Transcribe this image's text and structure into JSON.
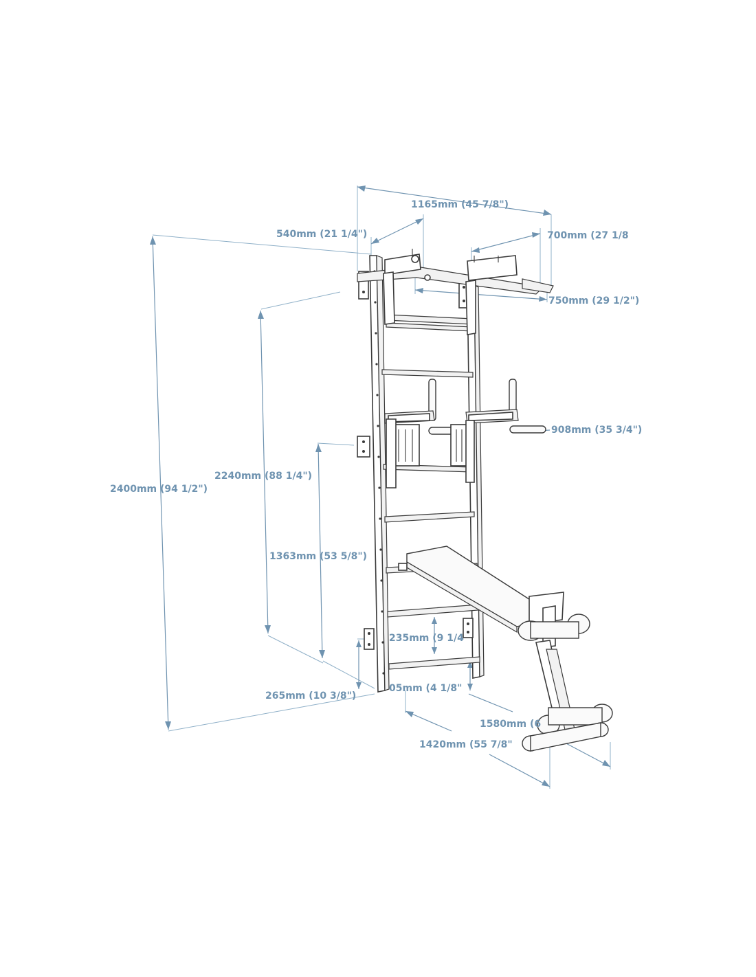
{
  "diagram": {
    "dimensions": [
      {
        "id": "total_width",
        "label": "1165mm (45 7/8\")"
      },
      {
        "id": "bar_offset",
        "label": "540mm (21 1/4\")"
      },
      {
        "id": "pullup_depth",
        "label": "700mm (27 1/8"
      },
      {
        "id": "grip_width",
        "label": "750mm (29 1/2\")"
      },
      {
        "id": "dip_width",
        "label": "908mm (35 3/4\")"
      },
      {
        "id": "total_height",
        "label": "2400mm (94 1/2\")"
      },
      {
        "id": "ladder_height",
        "label": "2240mm (88 1/4\")"
      },
      {
        "id": "bench_mount_height",
        "label": "1363mm (53 5/8\")"
      },
      {
        "id": "rung_spacing",
        "label": "235mm (9 1/4"
      },
      {
        "id": "bottom_clearance",
        "label": "265mm (10 3/8\")"
      },
      {
        "id": "bottom_rung",
        "label": "05mm (4 1/8\""
      },
      {
        "id": "bench_length",
        "label": "1580mm (6"
      },
      {
        "id": "bench_depth",
        "label": "1420mm (55 7/8\""
      }
    ]
  },
  "colors": {
    "dimension": "#6f93b0",
    "outline": "#3a3a3a"
  }
}
